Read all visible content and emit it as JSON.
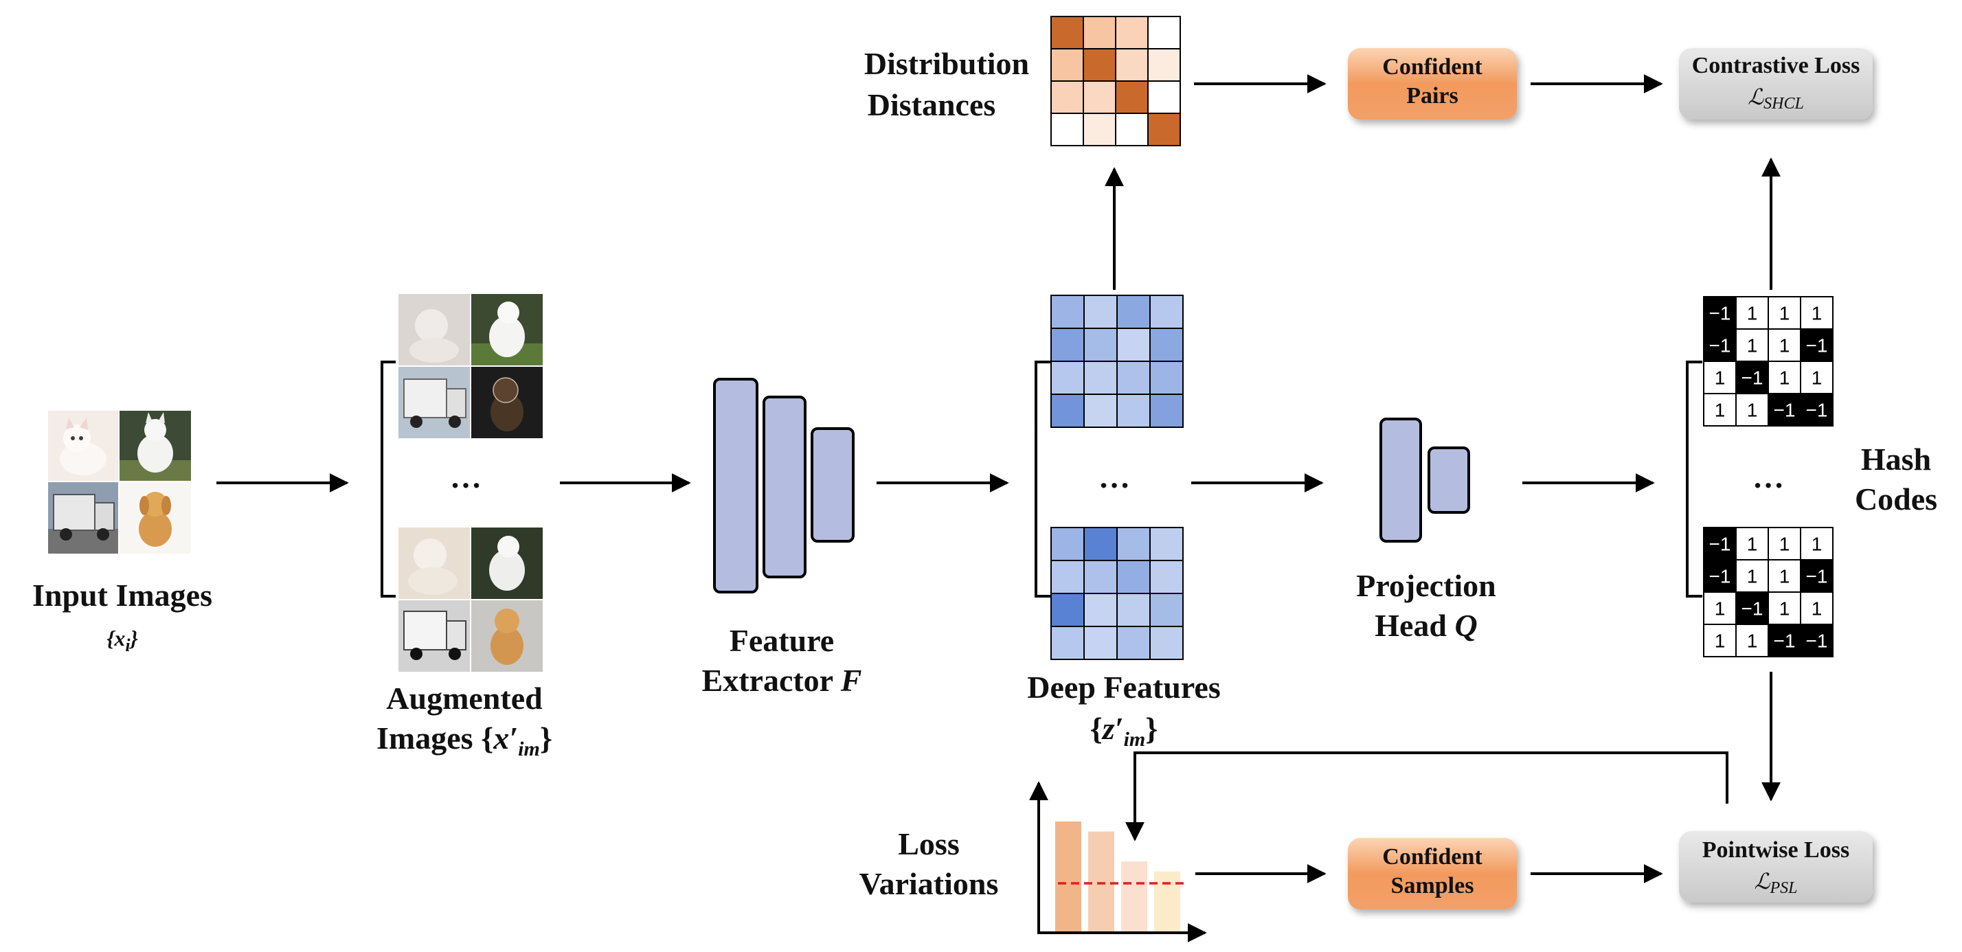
{
  "labels": {
    "input_images": "Input Images",
    "input_images_math": "{x_i}",
    "augmented_l1": "Augmented",
    "augmented_l2": "Images {x′_im}",
    "feature_extractor_l1": "Feature",
    "feature_extractor_l2": "Extractor F",
    "deep_features": "Deep Features",
    "deep_features_math": "{z′_im}",
    "projection_head_l1": "Projection",
    "projection_head_l2": "Head Q",
    "hash_codes_l1": "Hash",
    "hash_codes_l2": "Codes",
    "distribution_l1": "Distribution",
    "distribution_l2": "Distances",
    "loss_variations_l1": "Loss",
    "loss_variations_l2": "Variations",
    "ellipsis": "…"
  },
  "boxes": {
    "confident_pairs": [
      "Confident",
      "Pairs"
    ],
    "confident_samples": [
      "Confident",
      "Samples"
    ],
    "contrastive_loss": "Contrastive Loss",
    "contrastive_loss_math": "ℒ_SHCL",
    "pointwise_loss": "Pointwise Loss",
    "pointwise_loss_math": "ℒ_PSL"
  },
  "images": {
    "input": [
      "cat",
      "white-dog",
      "truck",
      "puppy"
    ],
    "augmented_top": [
      "cat-faded",
      "white-dog",
      "truck",
      "puppy-dark"
    ],
    "augmented_bottom": [
      "cat-sepia",
      "white-dog",
      "truck-gray",
      "puppy-noisy"
    ]
  },
  "hash_codes": {
    "top": [
      [
        "−1",
        "1",
        "1",
        "1"
      ],
      [
        "−1",
        "1",
        "1",
        "−1"
      ],
      [
        "1",
        "−1",
        "1",
        "1"
      ],
      [
        "1",
        "1",
        "−1",
        "−1"
      ]
    ],
    "bottom": [
      [
        "−1",
        "1",
        "1",
        "1"
      ],
      [
        "−1",
        "1",
        "1",
        "−1"
      ],
      [
        "1",
        "−1",
        "1",
        "1"
      ],
      [
        "1",
        "1",
        "−1",
        "−1"
      ]
    ]
  },
  "colors": {
    "feature_block": "#b4bde0",
    "orange_dark": "#c96a2c",
    "orange_light": "#f6c7a4",
    "gray_box": "#d6d6d6",
    "dashed_line": "#e02020"
  },
  "distance_matrix": [
    [
      1.0,
      0.45,
      0.35,
      0.0
    ],
    [
      0.45,
      1.0,
      0.3,
      0.15
    ],
    [
      0.35,
      0.3,
      1.0,
      0.0
    ],
    [
      0.0,
      0.15,
      0.0,
      1.0
    ]
  ],
  "feature_top": [
    [
      0.45,
      0.25,
      0.55,
      0.3
    ],
    [
      0.6,
      0.4,
      0.2,
      0.55
    ],
    [
      0.3,
      0.25,
      0.35,
      0.45
    ],
    [
      0.7,
      0.2,
      0.3,
      0.6
    ]
  ],
  "feature_bottom": [
    [
      0.45,
      0.85,
      0.4,
      0.25
    ],
    [
      0.3,
      0.35,
      0.5,
      0.25
    ],
    [
      0.85,
      0.2,
      0.25,
      0.4
    ],
    [
      0.3,
      0.2,
      0.35,
      0.25
    ]
  ],
  "loss_bars": [
    0.55,
    0.5,
    0.35,
    0.3
  ]
}
